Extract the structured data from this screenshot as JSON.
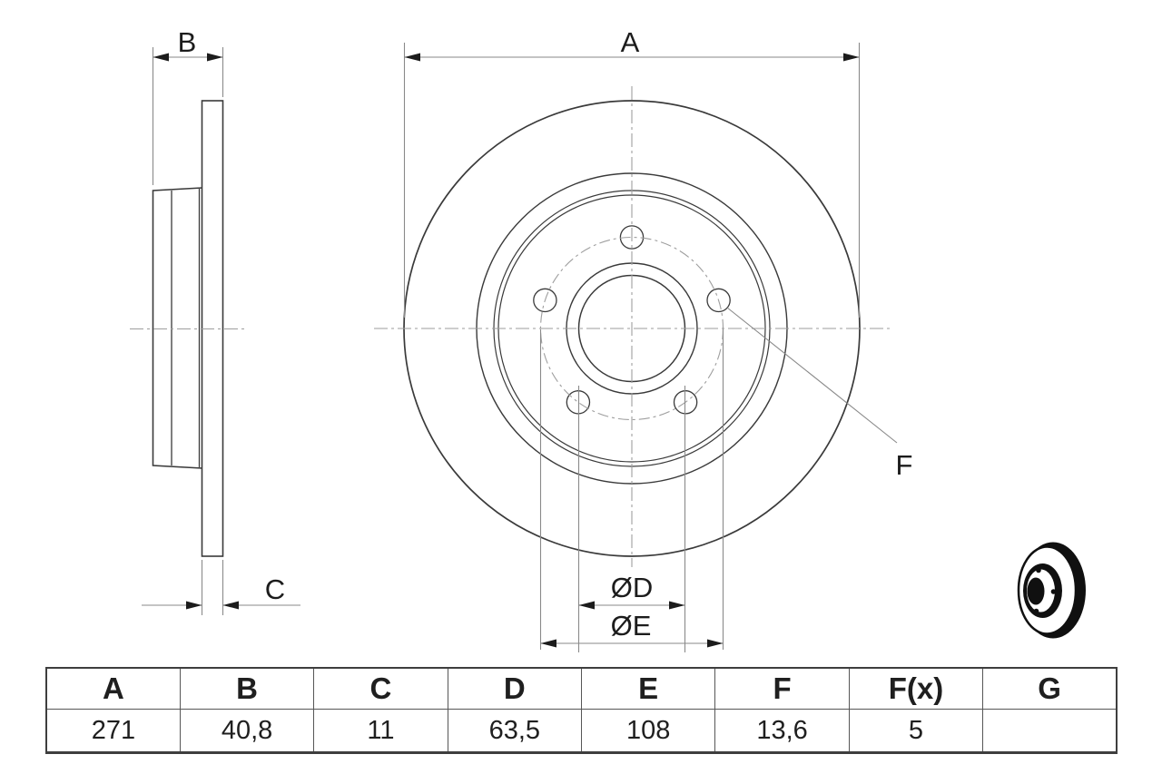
{
  "drawing": {
    "dimension_labels": {
      "a": "A",
      "b": "B",
      "c": "C",
      "d": "ØD",
      "e": "ØE",
      "f": "F"
    }
  },
  "table": {
    "headers": [
      "A",
      "B",
      "C",
      "D",
      "E",
      "F",
      "F(x)",
      "G"
    ],
    "values": [
      "271",
      "40,8",
      "11",
      "63,5",
      "108",
      "13,6",
      "5",
      ""
    ]
  },
  "colors": {
    "background": "#ffffff",
    "object_line": "#3a3a3a",
    "dimension_line": "#8a8a8a",
    "centerline": "#9e9e9e",
    "label_and_arrow": "#1c1c1c",
    "table_border": "#565656",
    "thumbnail_fill": "#101010"
  }
}
